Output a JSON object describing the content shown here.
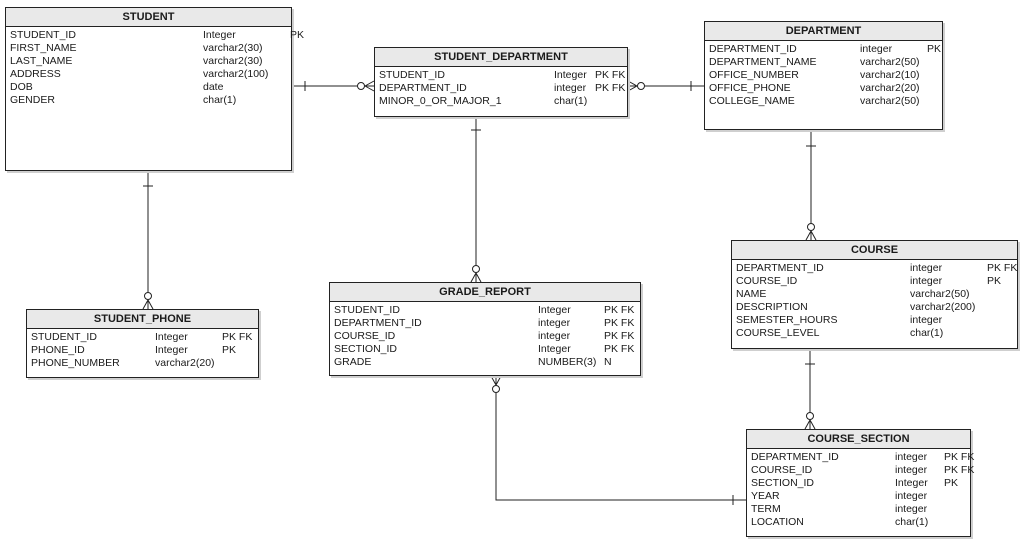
{
  "diagram": {
    "entities": [
      {
        "id": "student",
        "title": "STUDENT",
        "attributes": [
          {
            "name": "STUDENT_ID",
            "type": "Integer",
            "key": "PK"
          },
          {
            "name": "FIRST_NAME",
            "type": "varchar2(30)",
            "key": ""
          },
          {
            "name": "LAST_NAME",
            "type": "varchar2(30)",
            "key": ""
          },
          {
            "name": "ADDRESS",
            "type": "varchar2(100)",
            "key": ""
          },
          {
            "name": "DOB",
            "type": "date",
            "key": ""
          },
          {
            "name": "GENDER",
            "type": "char(1)",
            "key": ""
          }
        ]
      },
      {
        "id": "student-department",
        "title": "STUDENT_DEPARTMENT",
        "attributes": [
          {
            "name": "STUDENT_ID",
            "type": "Integer",
            "key": "PK FK"
          },
          {
            "name": "DEPARTMENT_ID",
            "type": "integer",
            "key": "PK FK"
          },
          {
            "name": "MINOR_0_OR_MAJOR_1",
            "type": "char(1)",
            "key": ""
          }
        ]
      },
      {
        "id": "department",
        "title": "DEPARTMENT",
        "attributes": [
          {
            "name": "DEPARTMENT_ID",
            "type": "integer",
            "key": "PK"
          },
          {
            "name": "DEPARTMENT_NAME",
            "type": "varchar2(50)",
            "key": ""
          },
          {
            "name": "OFFICE_NUMBER",
            "type": "varchar2(10)",
            "key": ""
          },
          {
            "name": "OFFICE_PHONE",
            "type": "varchar2(20)",
            "key": ""
          },
          {
            "name": "COLLEGE_NAME",
            "type": "varchar2(50)",
            "key": ""
          }
        ]
      },
      {
        "id": "course",
        "title": "COURSE",
        "attributes": [
          {
            "name": "DEPARTMENT_ID",
            "type": "integer",
            "key": "PK FK"
          },
          {
            "name": "COURSE_ID",
            "type": "integer",
            "key": "PK"
          },
          {
            "name": "NAME",
            "type": "varchar2(50)",
            "key": ""
          },
          {
            "name": "DESCRIPTION",
            "type": "varchar2(200)",
            "key": ""
          },
          {
            "name": "SEMESTER_HOURS",
            "type": "integer",
            "key": ""
          },
          {
            "name": "COURSE_LEVEL",
            "type": "char(1)",
            "key": ""
          }
        ]
      },
      {
        "id": "student-phone",
        "title": "STUDENT_PHONE",
        "attributes": [
          {
            "name": "STUDENT_ID",
            "type": "Integer",
            "key": "PK FK"
          },
          {
            "name": "PHONE_ID",
            "type": "Integer",
            "key": "PK"
          },
          {
            "name": "PHONE_NUMBER",
            "type": "varchar2(20)",
            "key": ""
          }
        ]
      },
      {
        "id": "grade-report",
        "title": "GRADE_REPORT",
        "attributes": [
          {
            "name": "STUDENT_ID",
            "type": "Integer",
            "key": "PK FK"
          },
          {
            "name": "DEPARTMENT_ID",
            "type": "integer",
            "key": "PK FK"
          },
          {
            "name": "COURSE_ID",
            "type": "integer",
            "key": "PK FK"
          },
          {
            "name": "SECTION_ID",
            "type": "Integer",
            "key": "PK FK"
          },
          {
            "name": "GRADE",
            "type": "NUMBER(3)",
            "key": "N"
          }
        ]
      },
      {
        "id": "course-section",
        "title": "COURSE_SECTION",
        "attributes": [
          {
            "name": "DEPARTMENT_ID",
            "type": "integer",
            "key": "PK FK"
          },
          {
            "name": "COURSE_ID",
            "type": "integer",
            "key": "PK FK"
          },
          {
            "name": "SECTION_ID",
            "type": "Integer",
            "key": "PK"
          },
          {
            "name": "YEAR",
            "type": "integer",
            "key": ""
          },
          {
            "name": "TERM",
            "type": "integer",
            "key": ""
          },
          {
            "name": "LOCATION",
            "type": "char(1)",
            "key": ""
          }
        ]
      }
    ]
  }
}
